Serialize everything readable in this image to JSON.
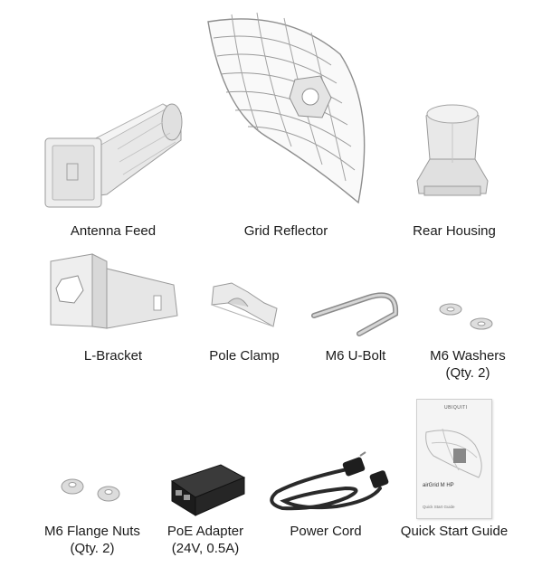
{
  "items": [
    {
      "name": "Antenna Feed",
      "lines": [
        "Antenna Feed"
      ]
    },
    {
      "name": "Grid Reflector",
      "lines": [
        "Grid Reflector"
      ]
    },
    {
      "name": "Rear Housing",
      "lines": [
        "Rear Housing"
      ]
    },
    {
      "name": "L-Bracket",
      "lines": [
        "L-Bracket"
      ]
    },
    {
      "name": "Pole Clamp",
      "lines": [
        "Pole Clamp"
      ]
    },
    {
      "name": "M6 U-Bolt",
      "lines": [
        "M6 U-Bolt"
      ]
    },
    {
      "name": "M6 Washers",
      "lines": [
        "M6 Washers",
        "(Qty. 2)"
      ]
    },
    {
      "name": "M6 Flange Nuts",
      "lines": [
        "M6 Flange Nuts",
        "(Qty. 2)"
      ]
    },
    {
      "name": "PoE Adapter",
      "lines": [
        "PoE Adapter",
        "(24V, 0.5A)"
      ]
    },
    {
      "name": "Power Cord",
      "lines": [
        "Power Cord"
      ]
    },
    {
      "name": "Quick Start Guide",
      "lines": [
        "Quick Start Guide"
      ]
    }
  ],
  "guide_cover": {
    "brand": "UBIQUITI",
    "product": "airGrid M HP",
    "footer": "Quick Start Guide"
  },
  "colors": {
    "part_fill": "#e6e6e6",
    "part_stroke": "#9a9a9a",
    "adapter": "#1c1c1c",
    "cord": "#2a2a2a"
  }
}
